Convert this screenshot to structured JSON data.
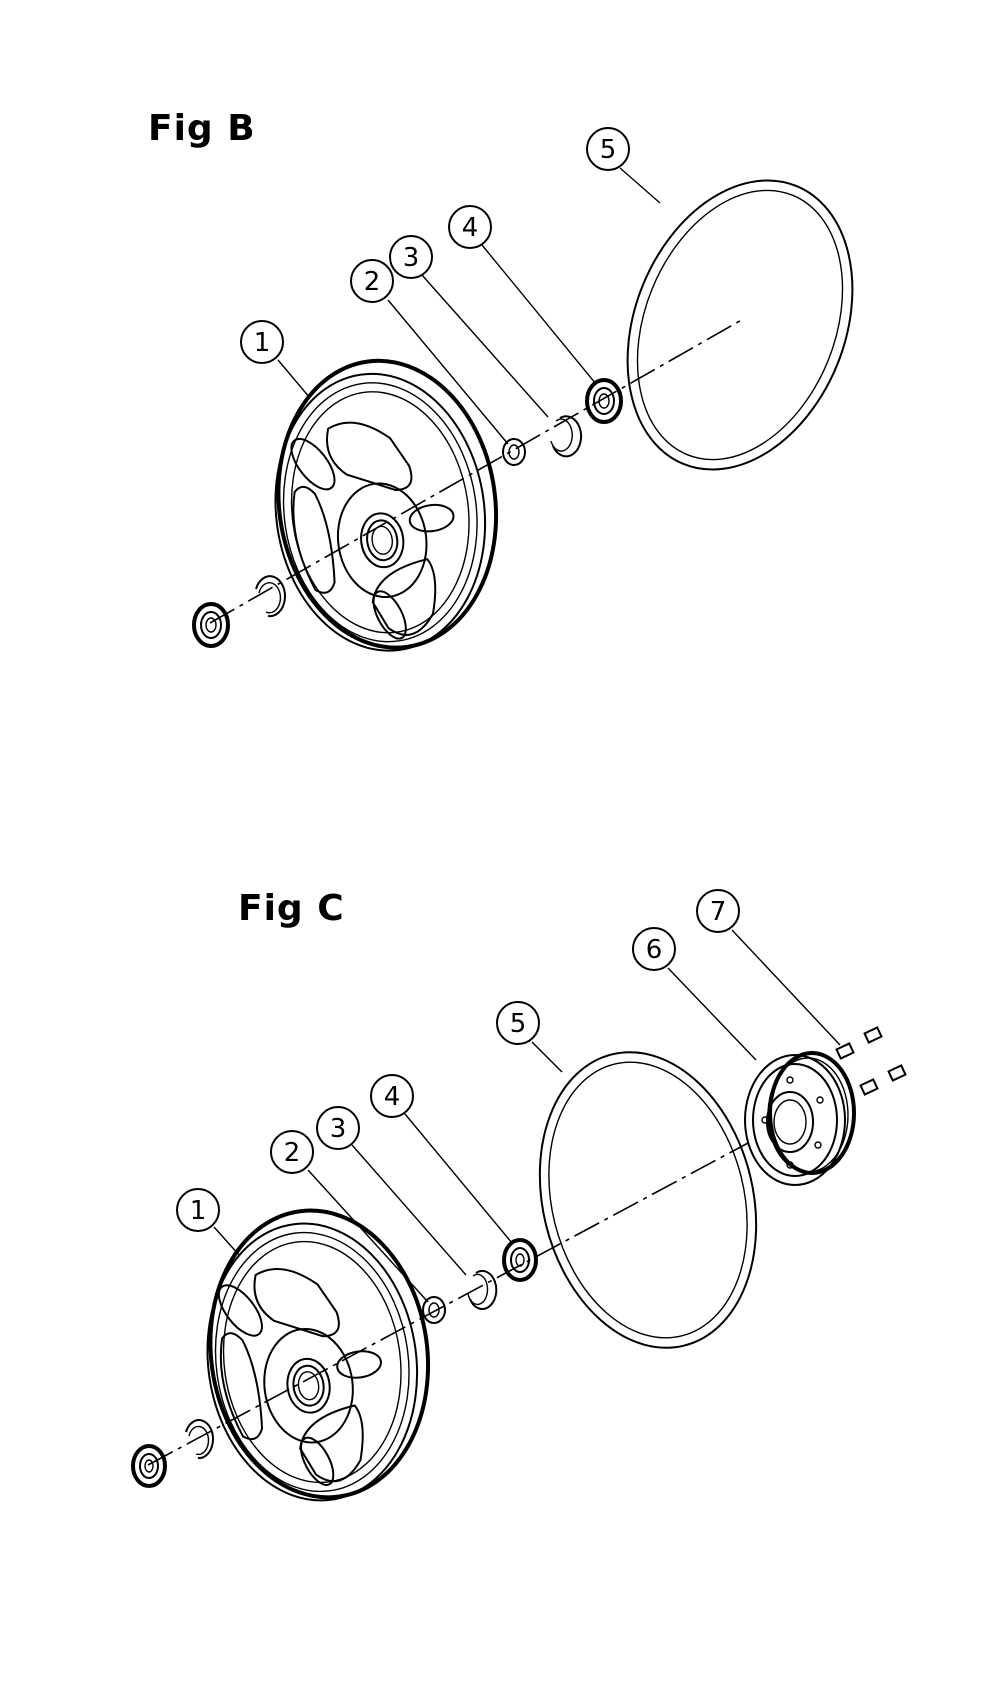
{
  "figures": [
    {
      "title": "Fig B",
      "callouts": [
        "1",
        "2",
        "3",
        "4",
        "5"
      ]
    },
    {
      "title": "Fig C",
      "callouts": [
        "1",
        "2",
        "3",
        "4",
        "5",
        "6",
        "7"
      ]
    }
  ]
}
